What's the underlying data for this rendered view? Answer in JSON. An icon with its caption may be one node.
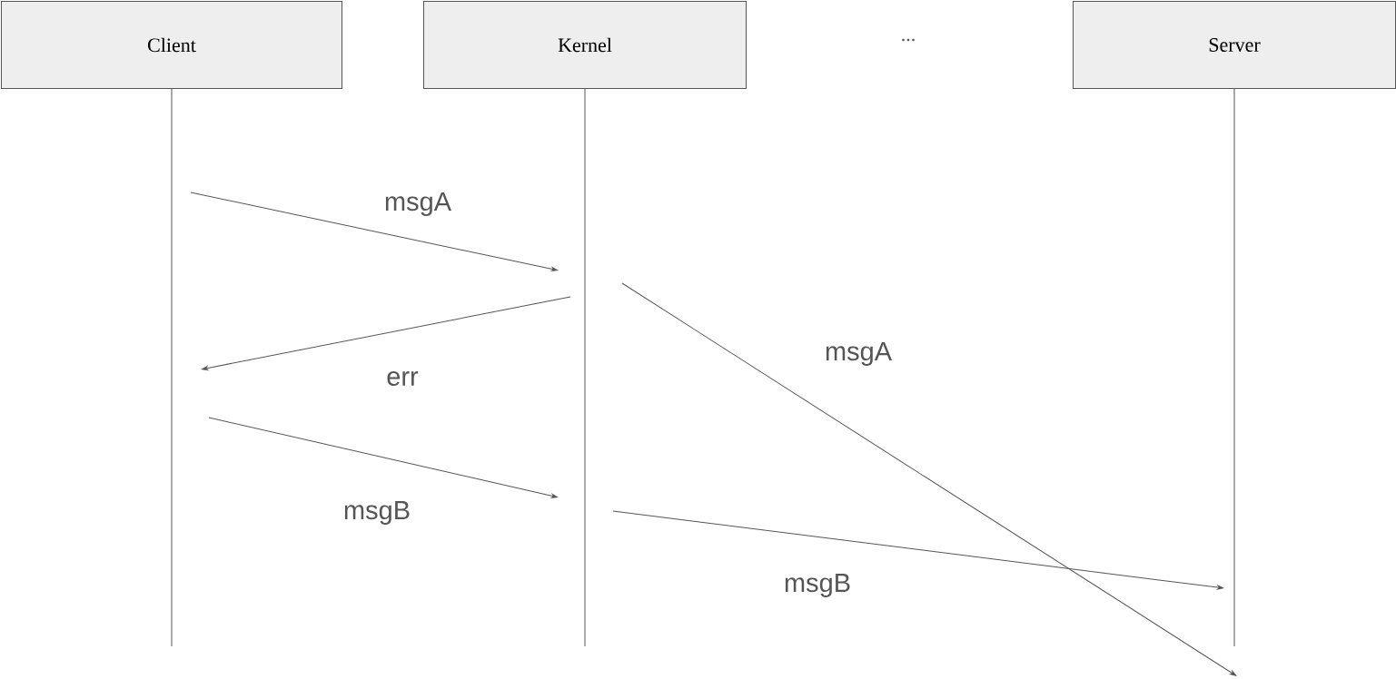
{
  "diagram": {
    "nodes": [
      {
        "text": [
          "Client"
        ]
      },
      {
        "text": [
          "Kernel"
        ]
      },
      {
        "text": [
          "Server"
        ]
      }
    ],
    "edges": [
      {
        "from": 0,
        "to": null,
        "arrow": "none"
      },
      {
        "from": 1,
        "to": null,
        "arrow": "none"
      },
      {
        "from": 2,
        "to": null,
        "arrow": "none"
      }
    ],
    "labels": [
      "...",
      "msgA",
      "msgA",
      "err",
      "msgB",
      "msgB"
    ]
  }
}
